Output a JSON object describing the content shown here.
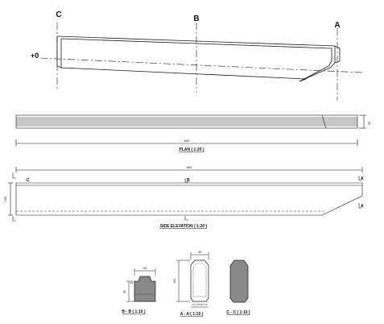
{
  "section_markers": {
    "c": "C",
    "b": "B",
    "a": "A"
  },
  "level_marker": "+0",
  "plan": {
    "title": "PLAN ( 1:20 )",
    "overall_dim": "600",
    "width_dim": "35"
  },
  "side_elevation": {
    "title": "SIDE ELEVATION ( 1:20 )",
    "overall_dim": "600",
    "height_dim": "100",
    "marker_b": "B",
    "marker_c": "C",
    "marker_a_top": "A",
    "marker_a_bottom": "A"
  },
  "sections": {
    "bb": {
      "title": "B - B ( 1:10 )",
      "width_dim": "35",
      "height_dim": "35",
      "side_dim": "25"
    },
    "aa": {
      "title": "A - A ( 1:10 )",
      "width_dim": "35",
      "height_dim": "100",
      "bottom_dims": "2.5 | 20.25 | 2.5"
    },
    "cc": {
      "title": "C - C ( 1:10 )"
    }
  },
  "colors": {
    "line": "#1a1a1a",
    "fill": "#8a8a8a",
    "fill_dark": "#6f6f6f"
  }
}
